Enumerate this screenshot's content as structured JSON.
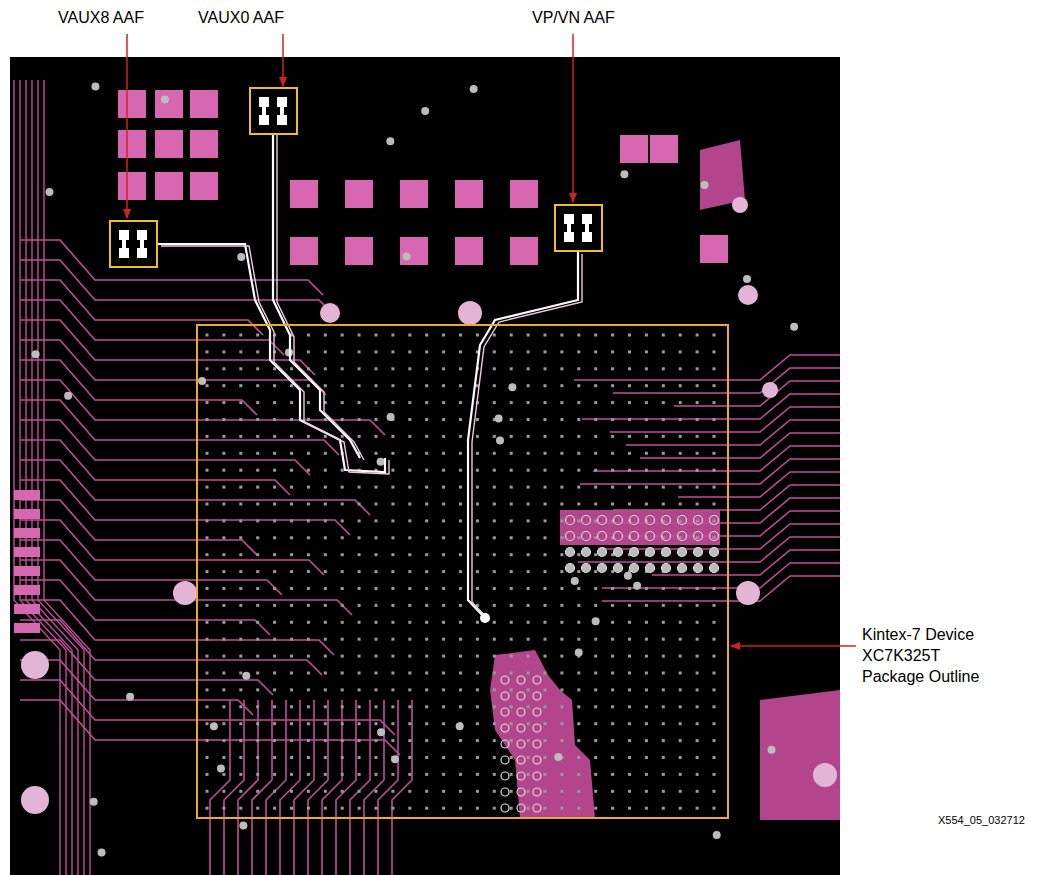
{
  "diagram": {
    "labels": [
      "VAUX8 AAF",
      "VAUX0 AAF",
      "VP/VN AAF",
      "Kintex-7 Device XC7K325T Package Outline",
      "X554_05_032712"
    ]
  }
}
